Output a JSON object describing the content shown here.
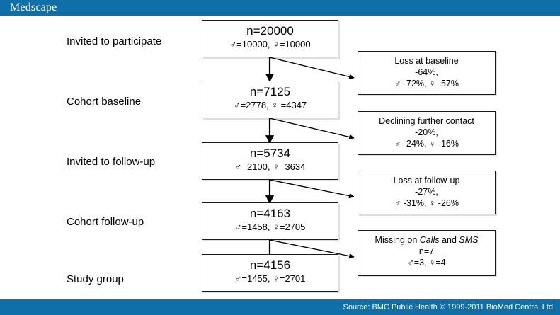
{
  "header": {
    "brand": "Medscape",
    "bar_color": "#0f6fa8"
  },
  "footer": {
    "source": "Source: BMC Public Health © 1999-2011 BioMed Central Ltd"
  },
  "figure": {
    "type": "flowchart",
    "orientation": "vertical",
    "stages": [
      {
        "label": "Invited to participate",
        "count": "n=20000",
        "breakdown": "♂=10000, ♀=10000"
      },
      {
        "label": "Cohort baseline",
        "count": "n=7125",
        "breakdown": "♂=2778, ♀ =4347"
      },
      {
        "label": "Invited to follow-up",
        "count": "n=5734",
        "breakdown": "♂=2100, ♀=3634"
      },
      {
        "label": "Cohort follow-up",
        "count": "n=4163",
        "breakdown": "♂=1458, ♀=2705"
      },
      {
        "label": "Study group",
        "count": "n=4156",
        "breakdown": "♂=1455, ♀=2701"
      }
    ],
    "attrition": [
      {
        "title": "Loss at baseline",
        "title_italic_terms": [],
        "total": "-64%,",
        "breakdown": "♂ -72%, ♀ -57%"
      },
      {
        "title": "Declining further contact",
        "title_italic_terms": [],
        "total": "-20%,",
        "breakdown": "♂ -24%, ♀ -16%"
      },
      {
        "title": "Loss at follow-up",
        "title_italic_terms": [],
        "total": "-27%,",
        "breakdown": "♂ -31%, ♀ -26%"
      },
      {
        "title_prefix": "Missing on ",
        "title_italic_1": "Calls",
        "title_middle": " and ",
        "title_italic_2": "SMS",
        "total": "n=7",
        "breakdown": "♂=3, ♀=4"
      }
    ],
    "line_color": "#000000",
    "box_border_color": "#1a1a1a",
    "box_fill_color": "#ffffff"
  }
}
